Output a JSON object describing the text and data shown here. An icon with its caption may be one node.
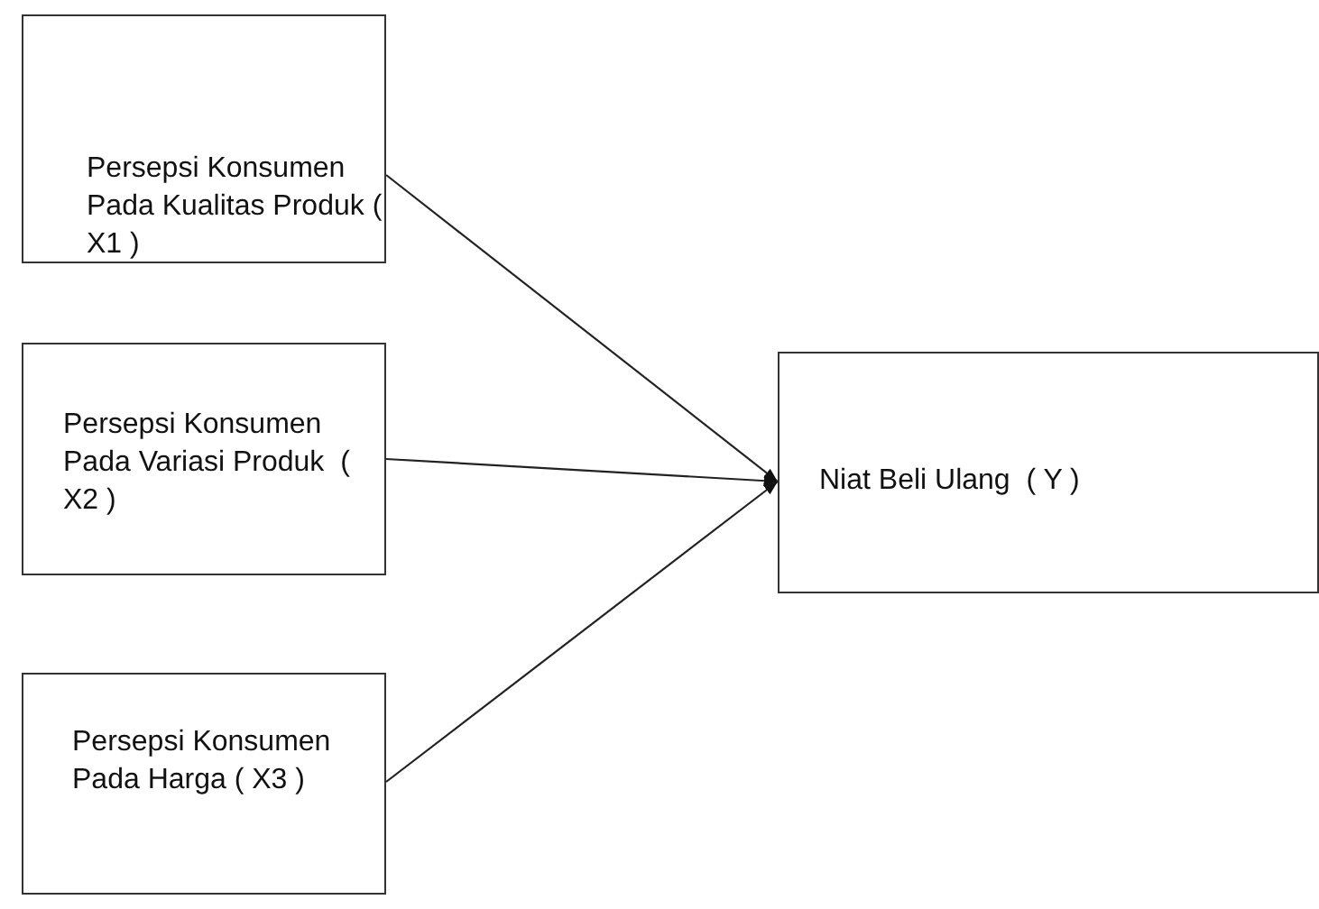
{
  "diagram": {
    "nodes": [
      {
        "text": [
          "Persepsi Konsumen Pada Kualitas Produk ( X1 )"
        ]
      },
      {
        "text": [
          "Persepsi Konsumen Pada Variasi Produk  ( X2 )"
        ]
      },
      {
        "text": [
          "Persepsi Konsumen Pada Harga ( X3 )"
        ]
      },
      {
        "text": [
          "Niat Beli Ulang  ( Y )"
        ]
      }
    ],
    "edges": [
      {
        "from": 0,
        "to": 3,
        "arrow": "to"
      },
      {
        "from": 1,
        "to": 3,
        "arrow": "to"
      },
      {
        "from": 2,
        "to": 3,
        "arrow": "to"
      }
    ]
  }
}
